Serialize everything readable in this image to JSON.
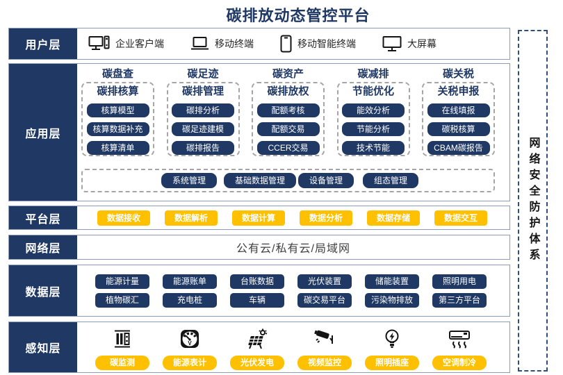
{
  "title": "碳排放动态管控平台",
  "security_barrier": {
    "label": "网络安全防护体系"
  },
  "colors": {
    "navy": "#1F3864",
    "yellow": "#FFC000",
    "row_border": "#8B9DB8",
    "dash_gray": "#A5A5A5",
    "dash_navy": "#2F4E7E"
  },
  "layers": {
    "user": {
      "label": "用户层",
      "items": [
        {
          "icon": "desktop-pc-icon",
          "label": "企业客户端"
        },
        {
          "icon": "laptop-icon",
          "label": "移动终端"
        },
        {
          "icon": "smartphone-icon",
          "label": "移动智能终端"
        },
        {
          "icon": "big-screen-icon",
          "label": "大屏幕"
        }
      ]
    },
    "app": {
      "label": "应用层",
      "columns": [
        {
          "header": "碳盘查",
          "box_title": "碳排核算",
          "buttons": [
            "核算模型",
            "核算数据补充",
            "核算清单"
          ]
        },
        {
          "header": "碳足迹",
          "box_title": "碳排管理",
          "buttons": [
            "碳排分析",
            "碳足迹建模",
            "碳排报告"
          ]
        },
        {
          "header": "碳资产",
          "box_title": "碳排放权",
          "buttons": [
            "配额考核",
            "配额交易",
            "CCER交易"
          ]
        },
        {
          "header": "碳减排",
          "box_title": "节能优化",
          "buttons": [
            "能效分析",
            "节能分析",
            "技术节能"
          ]
        },
        {
          "header": "碳关税",
          "box_title": "关税申报",
          "buttons": [
            "在线填报",
            "碳税核算",
            "CBAM碳报告"
          ]
        }
      ],
      "common_buttons": [
        "系统管理",
        "基础数据管理",
        "设备管理",
        "组态管理"
      ]
    },
    "platform": {
      "label": "平台层",
      "buttons": [
        "数据接收",
        "数据解析",
        "数据计算",
        "数据分析",
        "数据存储",
        "数据交互"
      ]
    },
    "network": {
      "label": "网络层",
      "text": "公有云/私有云/局域网"
    },
    "data": {
      "label": "数据层",
      "row1": [
        "能源计量",
        "能源账单",
        "台账数据",
        "光伏装置",
        "储能装置",
        "照明用电"
      ],
      "row2": [
        "植物碳汇",
        "充电桩",
        "车辆",
        "碳交易平台",
        "污染物排放",
        "第三方平台"
      ]
    },
    "sensing": {
      "label": "感知层",
      "items": [
        {
          "icon": "carbon-monitor-icon",
          "label": "碳监测"
        },
        {
          "icon": "energy-meter-icon",
          "label": "能源表计"
        },
        {
          "icon": "solar-panel-icon",
          "label": "光伏发电"
        },
        {
          "icon": "cctv-camera-icon",
          "label": "视频监控"
        },
        {
          "icon": "light-bulb-icon",
          "label": "照明插座"
        },
        {
          "icon": "air-conditioner-icon",
          "label": "空调制冷"
        }
      ]
    }
  }
}
